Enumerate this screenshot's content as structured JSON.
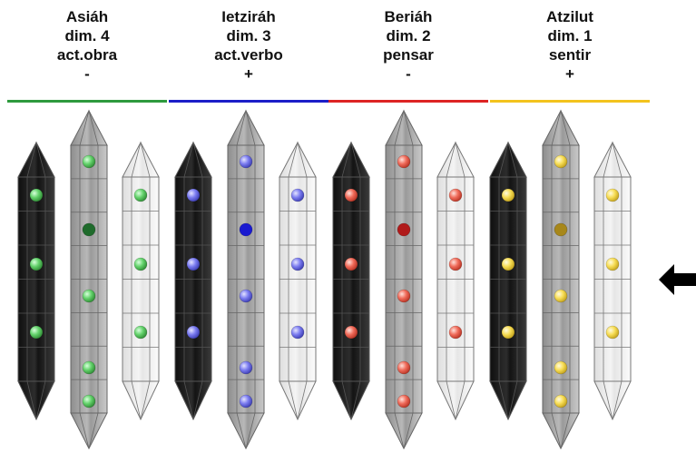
{
  "worlds": [
    {
      "name": "Asiáh",
      "dimension": "dim.  4",
      "action": "act.obra",
      "sign": "-",
      "color": "#2e9a3e"
    },
    {
      "name": "Ietziráh",
      "dimension": "dim.  3",
      "action": "act.verbo",
      "sign": "+",
      "color": "#1c1fc8"
    },
    {
      "name": "Beriáh",
      "dimension": "dim.  2",
      "action": "pensar",
      "sign": "-",
      "color": "#dd2424"
    },
    {
      "name": "Atzilut",
      "dimension": "dim.  1",
      "action": "sentir",
      "sign": "+",
      "color": "#f3c31d"
    }
  ],
  "orb_colors": {
    "green": "#63d26b",
    "blue": "#7b7cf0",
    "red": "#f06b5a",
    "yellow": "#f7dd55"
  },
  "center_orb_colors": {
    "green": "#1f6b2c",
    "blue": "#1a1ad0",
    "red": "#b01a1a",
    "yellow": "#a7871a"
  },
  "arrow_icon": "arrow-left-icon"
}
